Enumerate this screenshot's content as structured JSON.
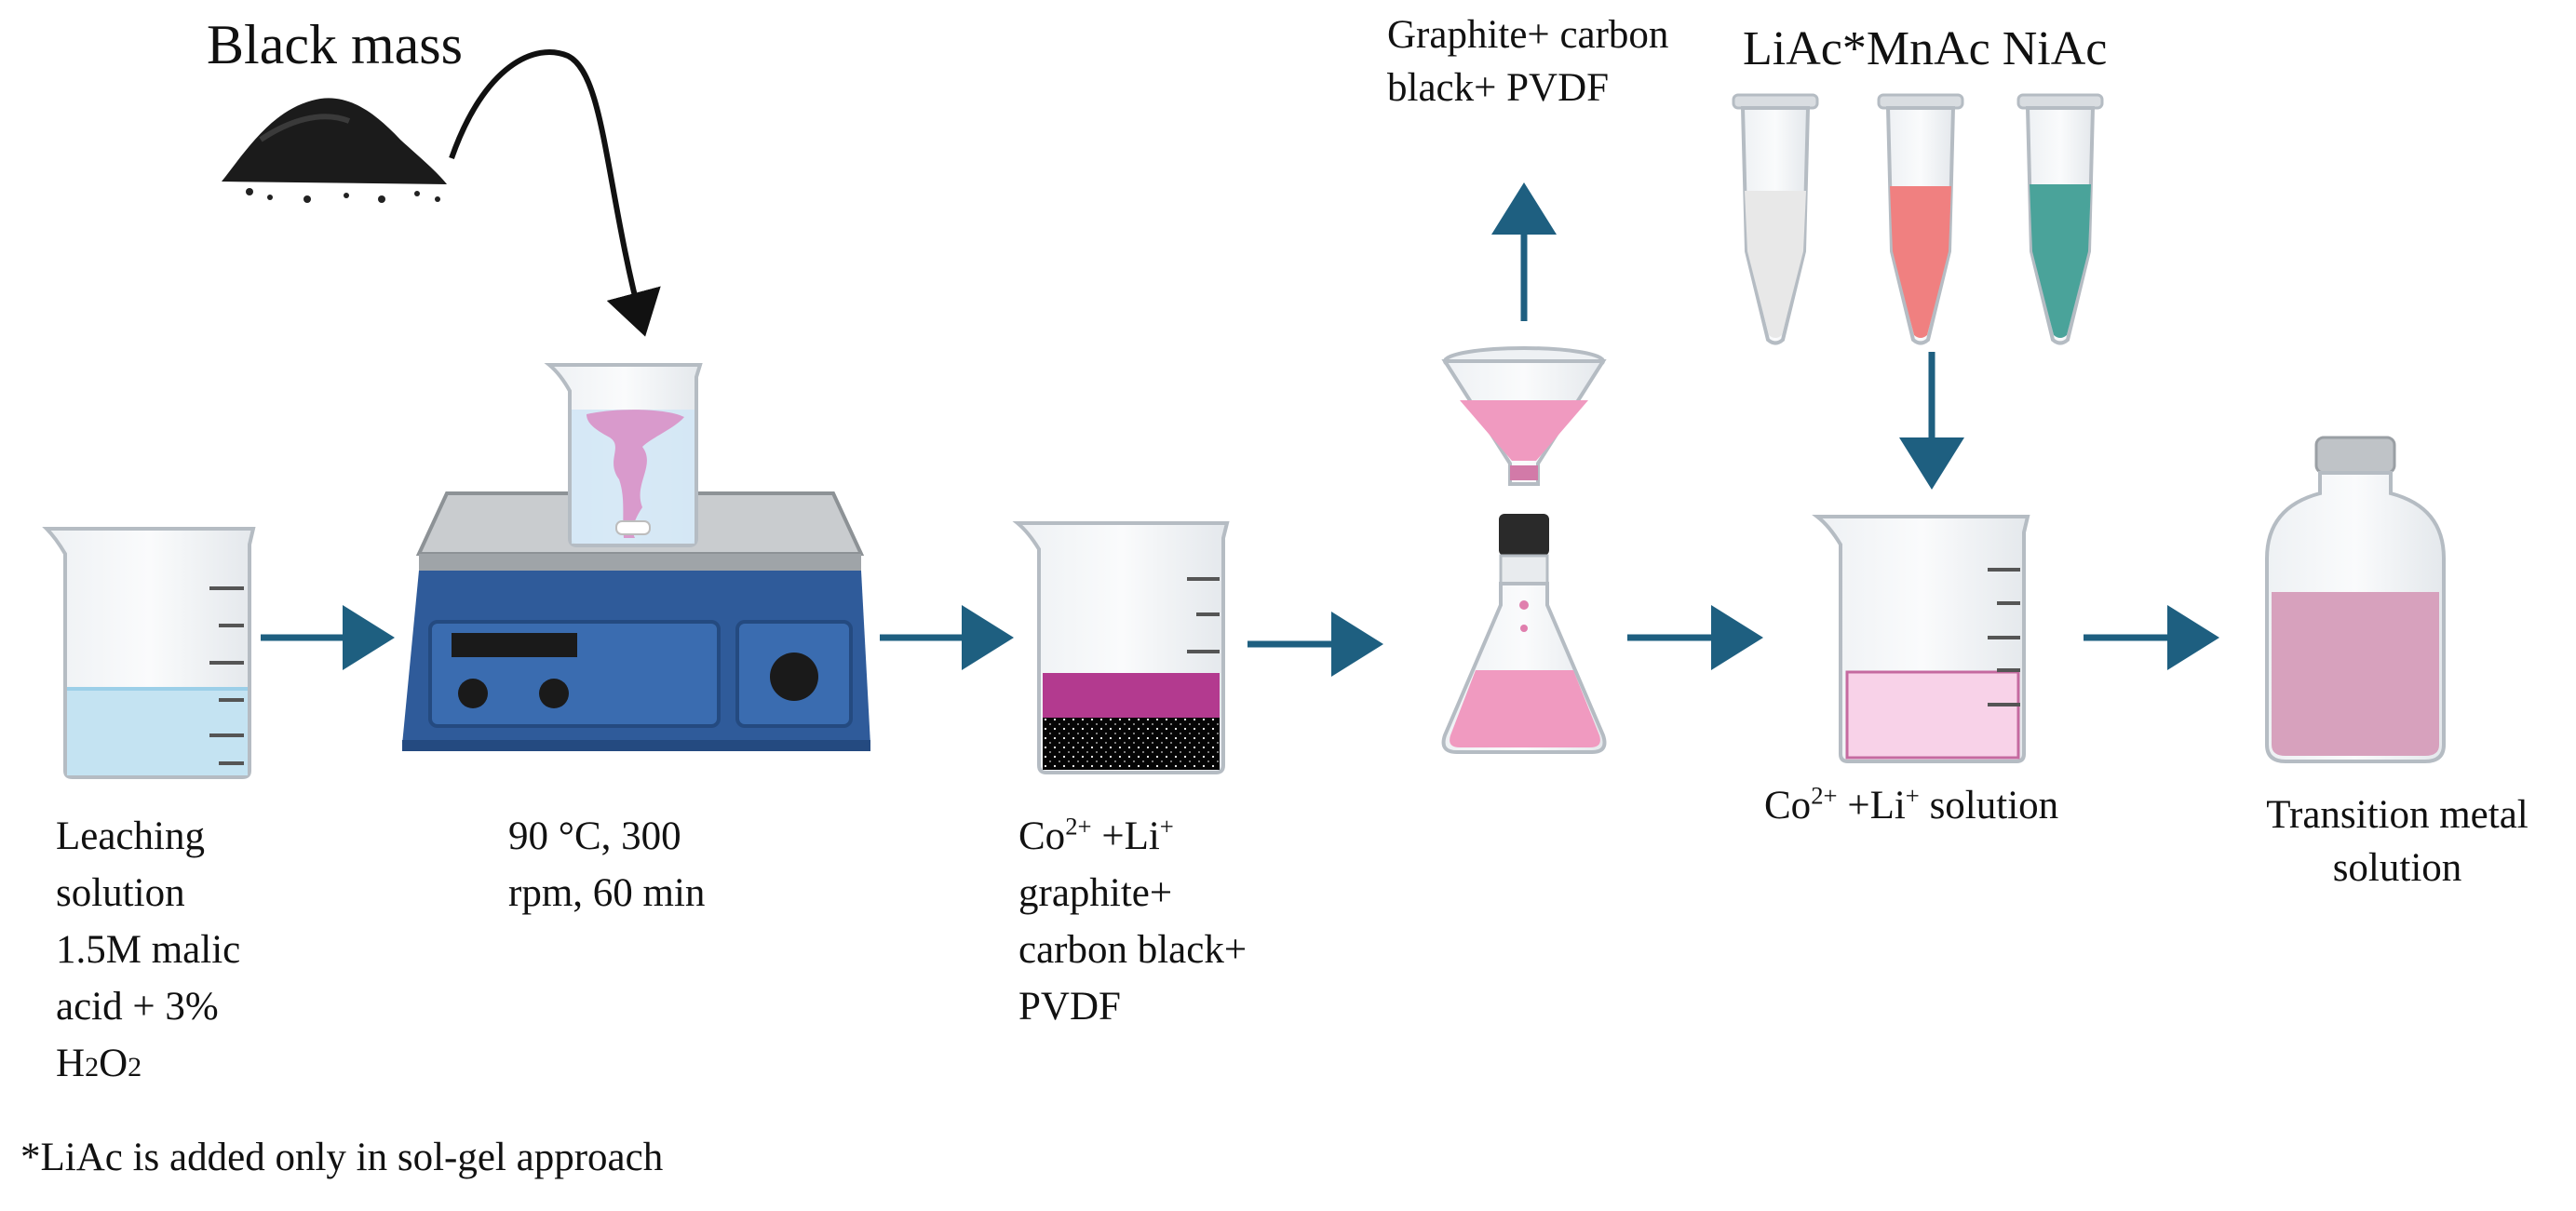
{
  "labels": {
    "black_mass": "Black mass",
    "leaching_line1": "Leaching",
    "leaching_line2": "solution",
    "leaching_line3": "1.5M malic",
    "leaching_line4": "acid + 3%",
    "leaching_line5_h": "H",
    "leaching_line5_2a": "2",
    "leaching_line5_o": "O",
    "leaching_line5_2b": "2",
    "stir_line1": "90 °C, 300",
    "stir_line2": "rpm, 60 min",
    "mix_co": "Co",
    "mix_co_charge": "2+",
    "mix_li": " +Li",
    "mix_li_charge": "+",
    "mix_line2": "graphite+",
    "mix_line3": "carbon black+",
    "mix_line4": "PVDF",
    "residue_line1": "Graphite+ carbon",
    "residue_line2": "black+ PVDF",
    "acetates": "LiAc*MnAc NiAc",
    "filtrate_co": "Co",
    "filtrate_co_charge": "2+",
    "filtrate_li": " +Li",
    "filtrate_li_charge": "+",
    "filtrate_rest": " solution",
    "final_line1": "Transition metal",
    "final_line2": "solution",
    "footnote": "*LiAc is added only in sol-gel approach"
  },
  "icons": [
    "black-mass-pile-icon",
    "beaker-icon",
    "hotplate-stirrer-icon",
    "filter-flask-icon",
    "microtube-icon",
    "vial-icon"
  ],
  "colors": {
    "arrow": "#1e5f80",
    "leach_liquid": "#c4e3f2",
    "hotplate": "#2f5b9a",
    "purple_layer": "#b33a8f",
    "pink_liquid": "#f09ac0",
    "light_pink": "#f8d2e8",
    "vial_liquid": "#d7a1bd",
    "tube_white": "#e8e8e8",
    "tube_pink": "#f08080",
    "tube_teal": "#4aa39a"
  }
}
